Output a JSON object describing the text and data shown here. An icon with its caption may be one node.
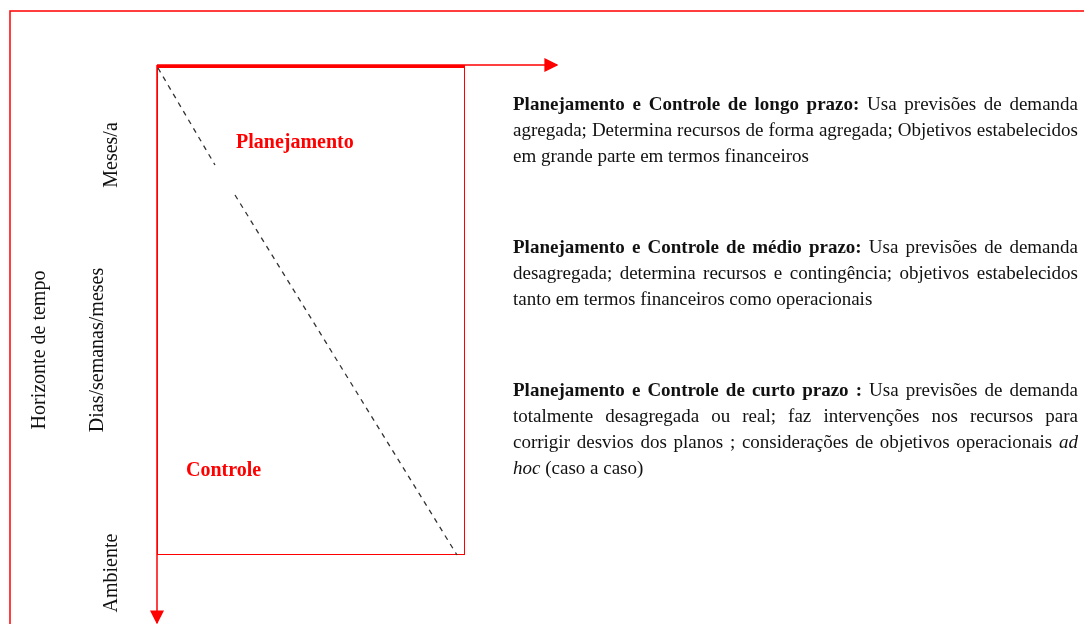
{
  "diagram": {
    "nodes": [
      {
        "text": [
          "Planejamento",
          "Controle"
        ]
      }
    ],
    "labels": [
      "Horizonte de tempo",
      "Meses/a",
      "Dias/semanas/meses",
      "Ambiente",
      "**Planejamento e Controle de longo prazo:** Usa previsões de demanda agregada; Determina recursos de forma agregada; Objetivos estabelecidos em grande parte em termos financeiros",
      "**Planejamento e Controle de médio prazo:** Usa previsões de demanda desagregada; determina recursos e contingência; objetivos estabelecidos tanto em termos financeiros como operacionais",
      "**Planejamento e Controle de curto prazo :** Usa previsões de demanda totalmente desagregada ou real; faz intervenções nos recursos para corrigir desvios dos planos ; considerações de objetivos operacionais *ad hoc* (caso a caso)"
    ]
  }
}
